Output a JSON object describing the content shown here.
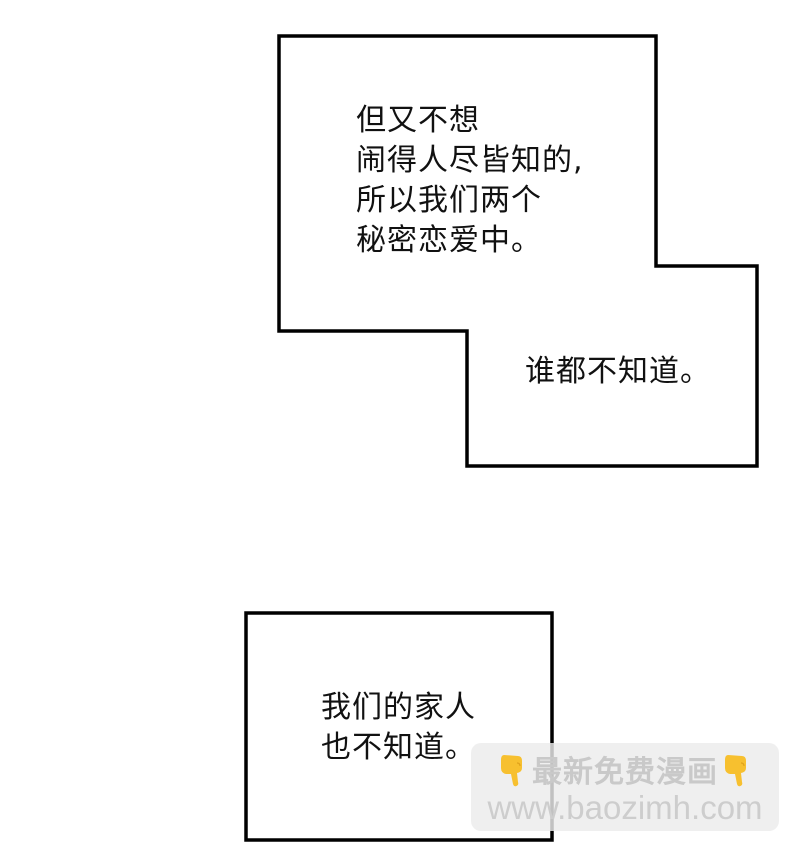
{
  "panels": [
    {
      "shape": "stepped-caption-box",
      "captions": [
        {
          "lines": [
            "但又不想",
            "闹得人尽皆知的,",
            "所以我们两个",
            "秘密恋爱中。"
          ]
        },
        {
          "lines": [
            "谁都不知道。"
          ]
        }
      ]
    },
    {
      "shape": "rectangle-caption-box",
      "captions": [
        {
          "lines": [
            "我们的家人",
            "也不知道。"
          ]
        }
      ]
    }
  ],
  "watermark": {
    "left_icon": "pointing-down-hand-icon",
    "title": "最新免费漫画",
    "right_icon": "pointing-down-hand-icon",
    "url": "www.baozimh.com"
  },
  "colors": {
    "border": "#000000",
    "text": "#111111",
    "background": "#ffffff",
    "hand": "#f7c02f"
  }
}
